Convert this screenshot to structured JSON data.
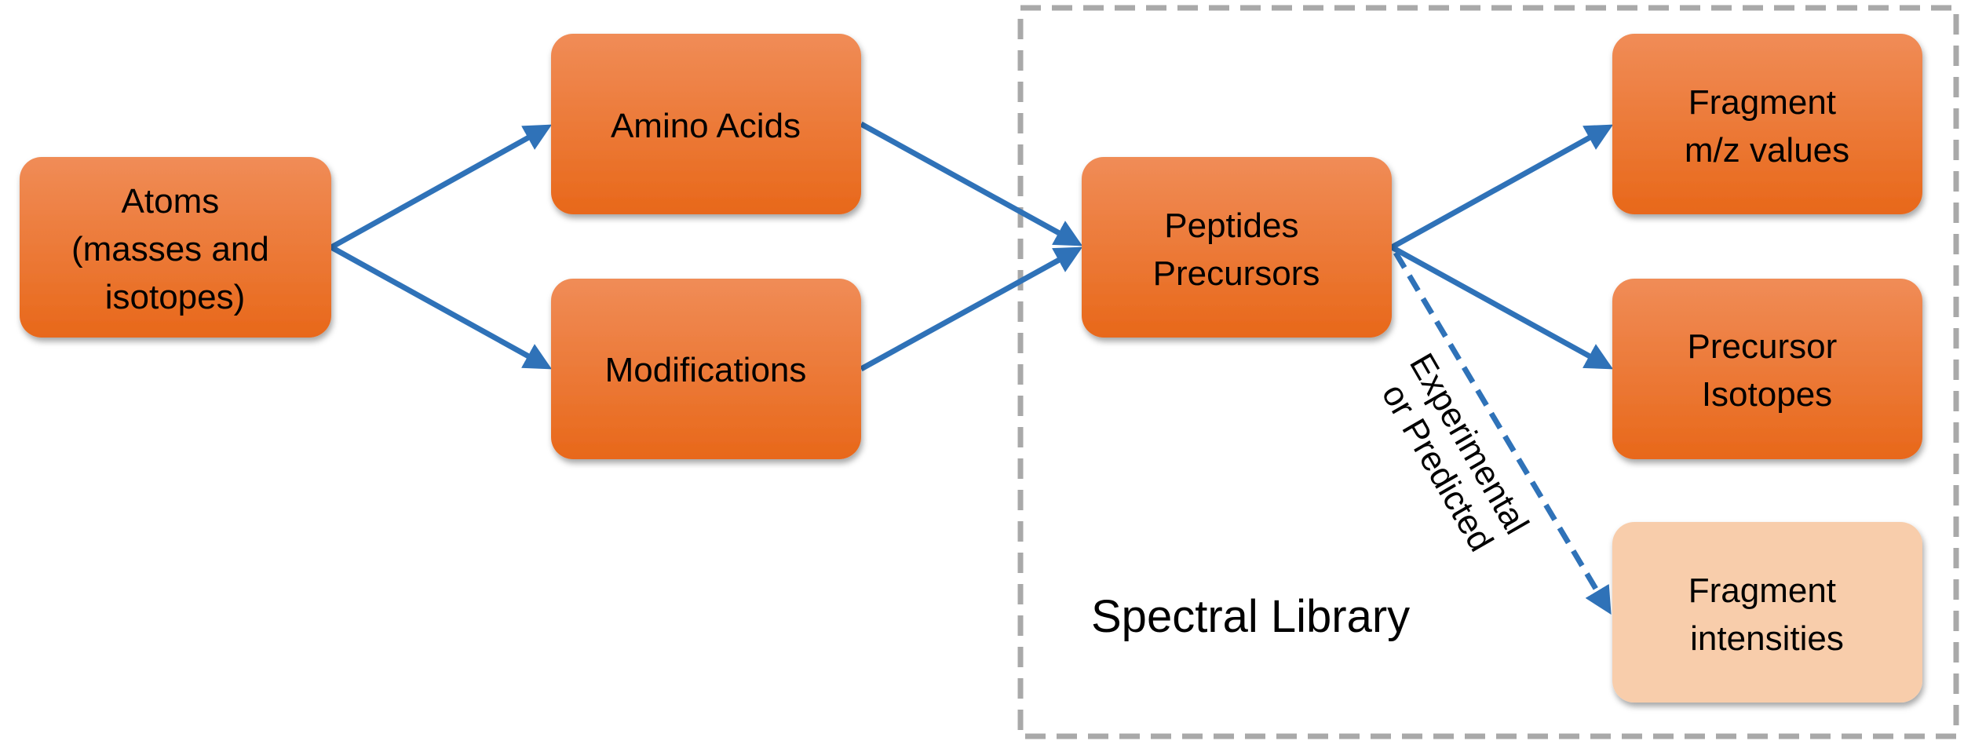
{
  "colors": {
    "box_top": "#f08c57",
    "box_bottom": "#e8681a",
    "box_light": "#f8cdab",
    "arrow": "#2f72b8",
    "library_border": "#a9a9a9"
  },
  "nodes": {
    "atoms": [
      "Atoms",
      "(masses and",
      "isotopes)"
    ],
    "amino_acids": [
      "Amino Acids"
    ],
    "modifications": [
      "Modifications"
    ],
    "peptides": [
      "Peptides",
      "Precursors"
    ],
    "fragment_mz": [
      "Fragment",
      "m/z values"
    ],
    "precursor_isotopes": [
      "Precursor",
      "Isotopes"
    ],
    "fragment_intensities": [
      "Fragment",
      "intensities"
    ]
  },
  "library_label": "Spectral Library",
  "dashed_edge_label": [
    "Experimental",
    "or Predicted"
  ],
  "edges": [
    {
      "from": "atoms",
      "to": "amino_acids",
      "style": "solid"
    },
    {
      "from": "atoms",
      "to": "modifications",
      "style": "solid"
    },
    {
      "from": "amino_acids",
      "to": "peptides",
      "style": "solid"
    },
    {
      "from": "modifications",
      "to": "peptides",
      "style": "solid"
    },
    {
      "from": "peptides",
      "to": "fragment_mz",
      "style": "solid"
    },
    {
      "from": "peptides",
      "to": "precursor_isotopes",
      "style": "solid"
    },
    {
      "from": "peptides",
      "to": "fragment_intensities",
      "style": "dashed"
    }
  ]
}
